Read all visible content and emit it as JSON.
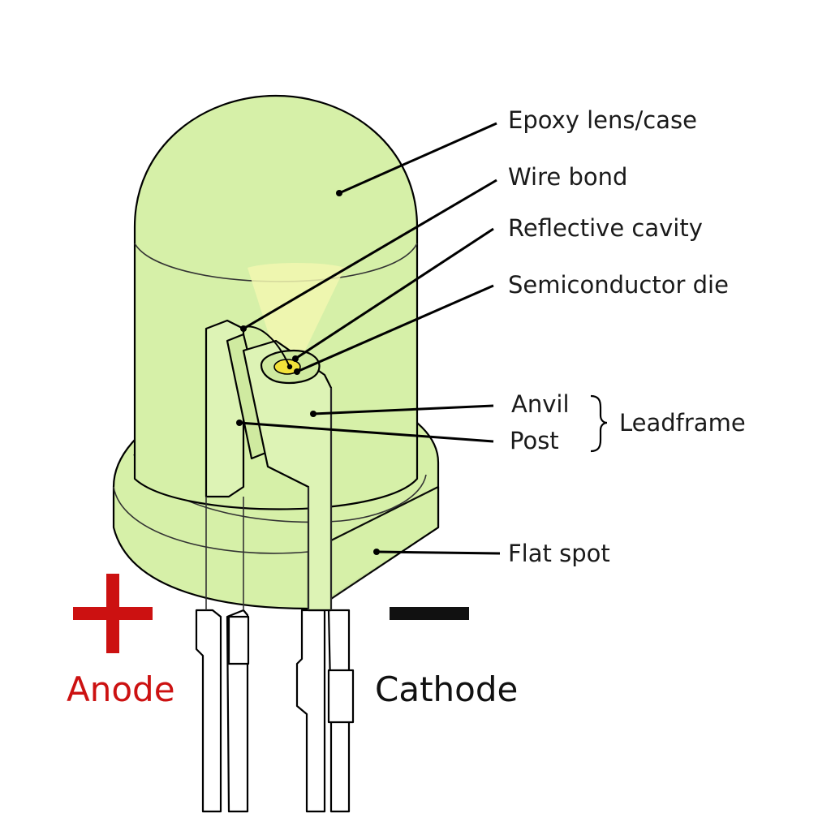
{
  "diagram": {
    "labels": {
      "epoxy": "Epoxy lens/case",
      "wire_bond": "Wire bond",
      "reflective_cavity": "Reflective cavity",
      "semiconductor_die": "Semiconductor die",
      "anvil": "Anvil",
      "post": "Post",
      "leadframe": "Leadframe",
      "flat_spot": "Flat spot",
      "anode": "Anode",
      "cathode": "Cathode"
    },
    "colors": {
      "epoxy_fill": "#d6f0a8",
      "outline": "#000000",
      "anode": "#cc1111",
      "cathode": "#111111",
      "die": "#f2e23a"
    }
  }
}
